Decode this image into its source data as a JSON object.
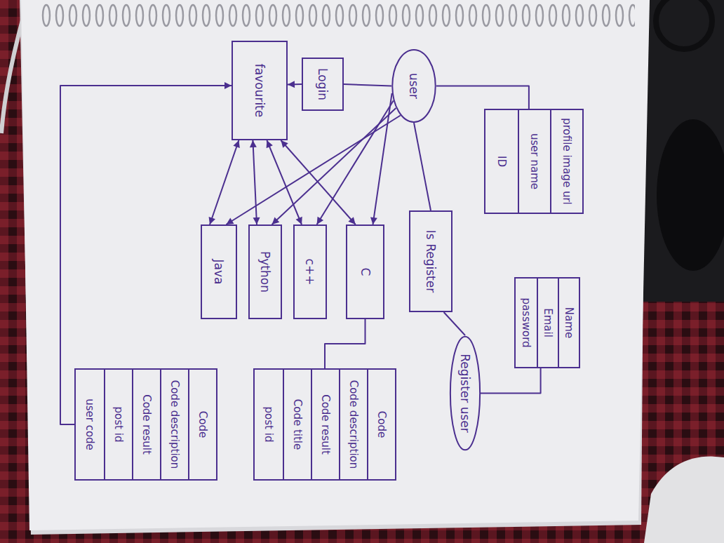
{
  "diagram": {
    "nodes": [
      {
        "text": [
          "user"
        ]
      },
      {
        "text": [
          "profile image url",
          "user name",
          "ID"
        ]
      },
      {
        "text": [
          "Login"
        ]
      },
      {
        "text": [
          "favourite"
        ]
      },
      {
        "text": [
          "Is Register"
        ]
      },
      {
        "text": [
          "Name",
          "Email",
          "password"
        ]
      },
      {
        "text": [
          "Register user"
        ]
      },
      {
        "text": [
          "C"
        ]
      },
      {
        "text": [
          "c++"
        ]
      },
      {
        "text": [
          "Python"
        ]
      },
      {
        "text": [
          "Java"
        ]
      },
      {
        "text": [
          "Code",
          "Code description",
          "Code result",
          "Code title",
          "post id"
        ]
      },
      {
        "text": [
          "Code",
          "Code description",
          "Code result",
          "post id",
          "user code"
        ]
      }
    ],
    "edges": [
      {
        "from": 0,
        "to": 1,
        "arrow": "none"
      },
      {
        "from": 0,
        "to": 2,
        "arrow": "none"
      },
      {
        "from": 2,
        "to": 3,
        "arrow": "to"
      },
      {
        "from": 0,
        "to": 4,
        "arrow": "none"
      },
      {
        "from": 4,
        "to": 6,
        "arrow": "none"
      },
      {
        "from": 6,
        "to": 5,
        "arrow": "none"
      },
      {
        "from": 0,
        "to": 7,
        "arrow": "to"
      },
      {
        "from": 0,
        "to": 8,
        "arrow": "to"
      },
      {
        "from": 0,
        "to": 9,
        "arrow": "to"
      },
      {
        "from": 0,
        "to": 10,
        "arrow": "to"
      },
      {
        "from": 3,
        "to": 7,
        "arrow": "both"
      },
      {
        "from": 3,
        "to": 8,
        "arrow": "both"
      },
      {
        "from": 3,
        "to": 9,
        "arrow": "both"
      },
      {
        "from": 3,
        "to": 10,
        "arrow": "both"
      },
      {
        "from": 7,
        "to": 11,
        "arrow": "none"
      },
      {
        "from": 12,
        "to": 3,
        "arrow": "to"
      }
    ]
  }
}
